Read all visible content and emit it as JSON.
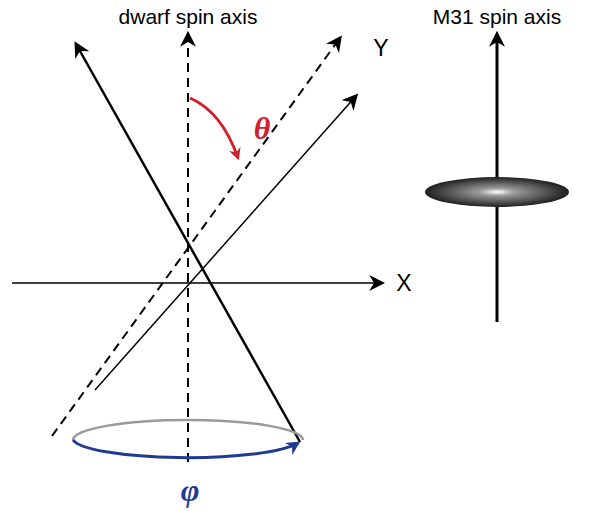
{
  "diagram": {
    "labels": [
      "M31 spin axis",
      "dwarf spin axis",
      "θ",
      "Y",
      "X",
      "φ"
    ]
  }
}
